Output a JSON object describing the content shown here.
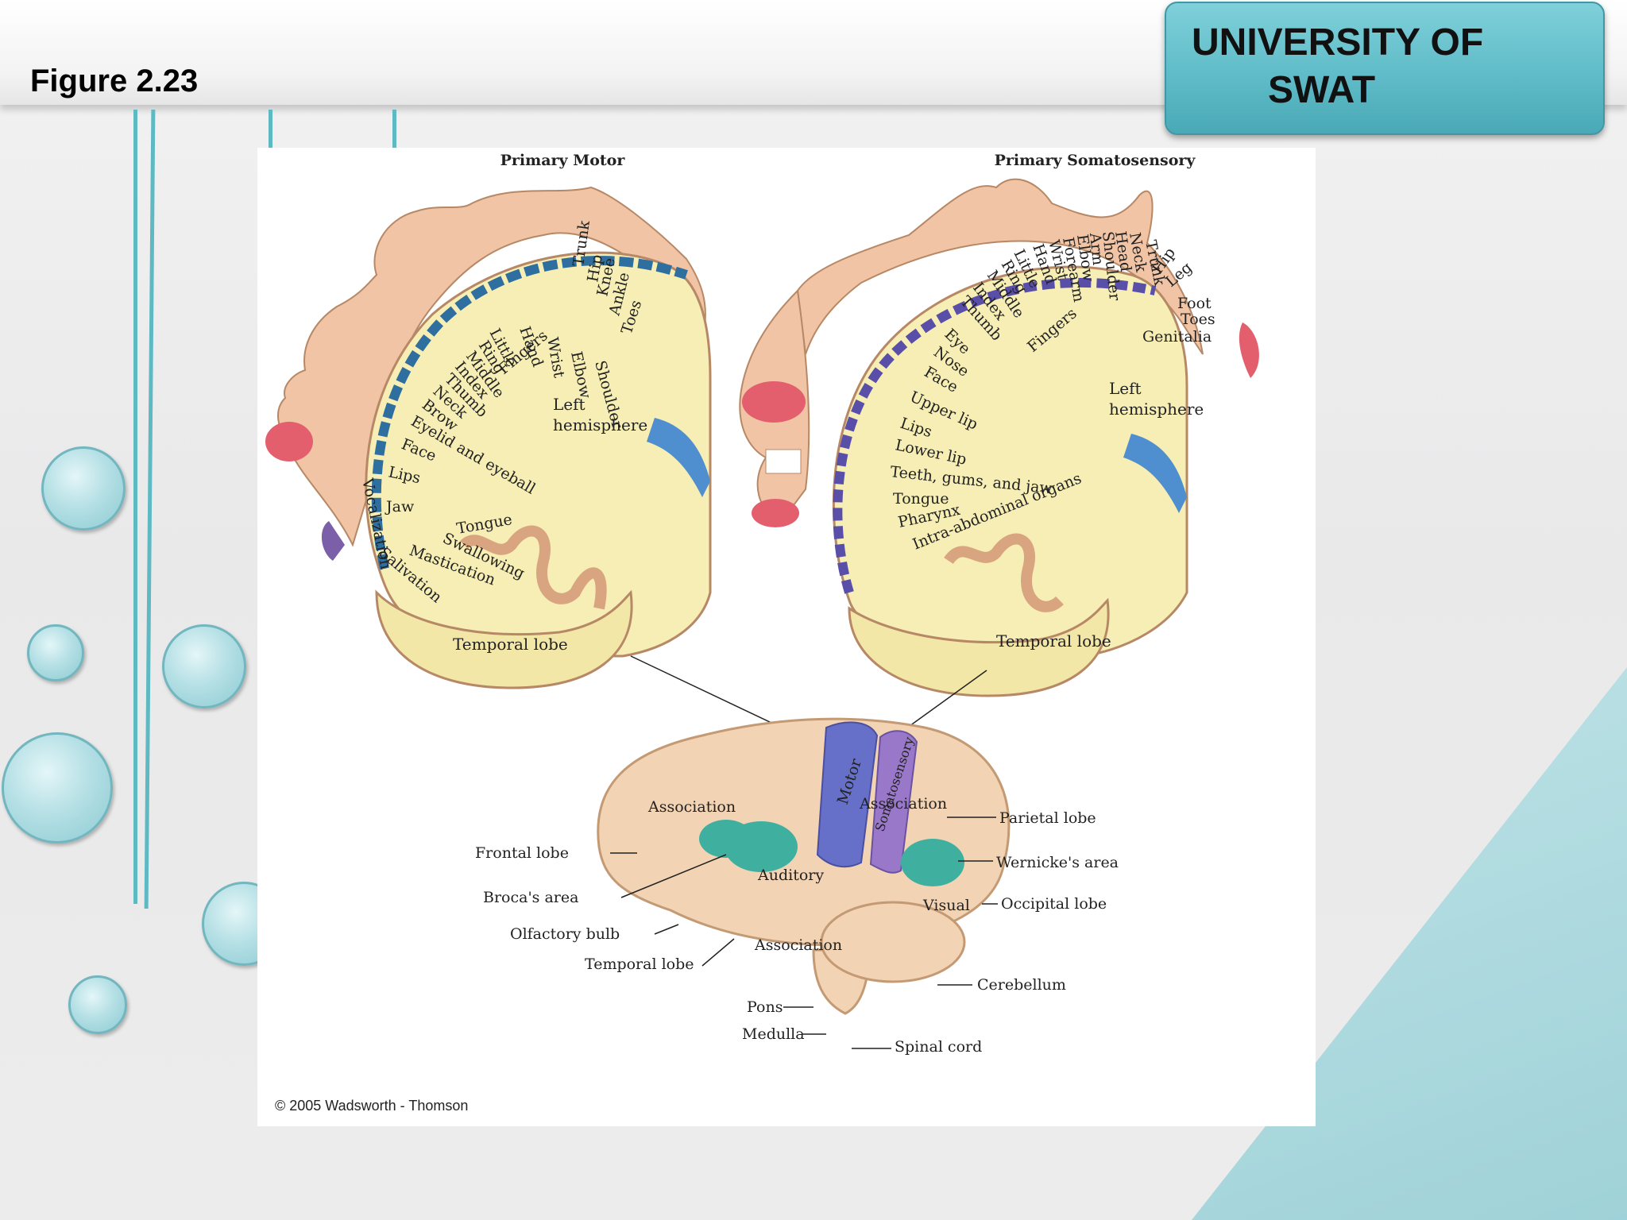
{
  "slide": {
    "figure_label": "Figure 2.23",
    "university_line1": "UNIVERSITY OF",
    "university_line2": "SWAT"
  },
  "diagram": {
    "motor_title": "Primary Motor",
    "somato_title": "Primary Somatosensory",
    "left_hemisphere": [
      "Left",
      "hemisphere"
    ],
    "temporal_lobe": "Temporal lobe",
    "copyright": "© 2005 Wadsworth - Thomson",
    "motor_labels": [
      "Toes",
      "Ankle",
      "Knee",
      "Hip",
      "Trunk",
      "Shoulder",
      "Elbow",
      "Wrist",
      "Hand",
      "Little",
      "Ring",
      "Middle",
      "Index",
      "Thumb",
      "Neck",
      "Brow",
      "Eyelid and eyeball",
      "Face",
      "Lips",
      "Jaw",
      "Tongue",
      "Swallowing",
      "Mastication",
      "Salivation",
      "Vocalization",
      "Fingers"
    ],
    "somato_labels": [
      "Genitalia",
      "Toes",
      "Foot",
      "Leg",
      "Hip",
      "Trunk",
      "Neck",
      "Head",
      "Shoulder",
      "Arm",
      "Elbow",
      "Forearm",
      "Wrist",
      "Hand",
      "Little",
      "Ring",
      "Middle",
      "Index",
      "Thumb",
      "Eye",
      "Nose",
      "Face",
      "Upper lip",
      "Lips",
      "Lower lip",
      "Teeth, gums, and jaw",
      "Tongue",
      "Pharynx",
      "Intra-abdominal organs",
      "Fingers"
    ],
    "brain_labels": {
      "motor": "Motor",
      "somatosensory": "Somatosensory",
      "association_front": "Association",
      "association_back": "Association",
      "association_bottom": "Association",
      "auditory": "Auditory",
      "visual": "Visual",
      "parietal_lobe": "Parietal lobe",
      "wernickes_area": "Wernicke's area",
      "occipital_lobe": "Occipital lobe",
      "cerebellum": "Cerebellum",
      "spinal_cord": "Spinal cord",
      "frontal_lobe": "Frontal lobe",
      "brocas_area": "Broca's area",
      "olfactory_bulb": "Olfactory bulb",
      "temporal_lobe": "Temporal lobe",
      "pons": "Pons",
      "medulla": "Medulla"
    }
  },
  "colors": {
    "accent_teal": "#5fbcc8",
    "motor_blue": "#2f6f9f",
    "somato_purple": "#5a4fa8",
    "brain_beige": "#f2d3b4"
  }
}
